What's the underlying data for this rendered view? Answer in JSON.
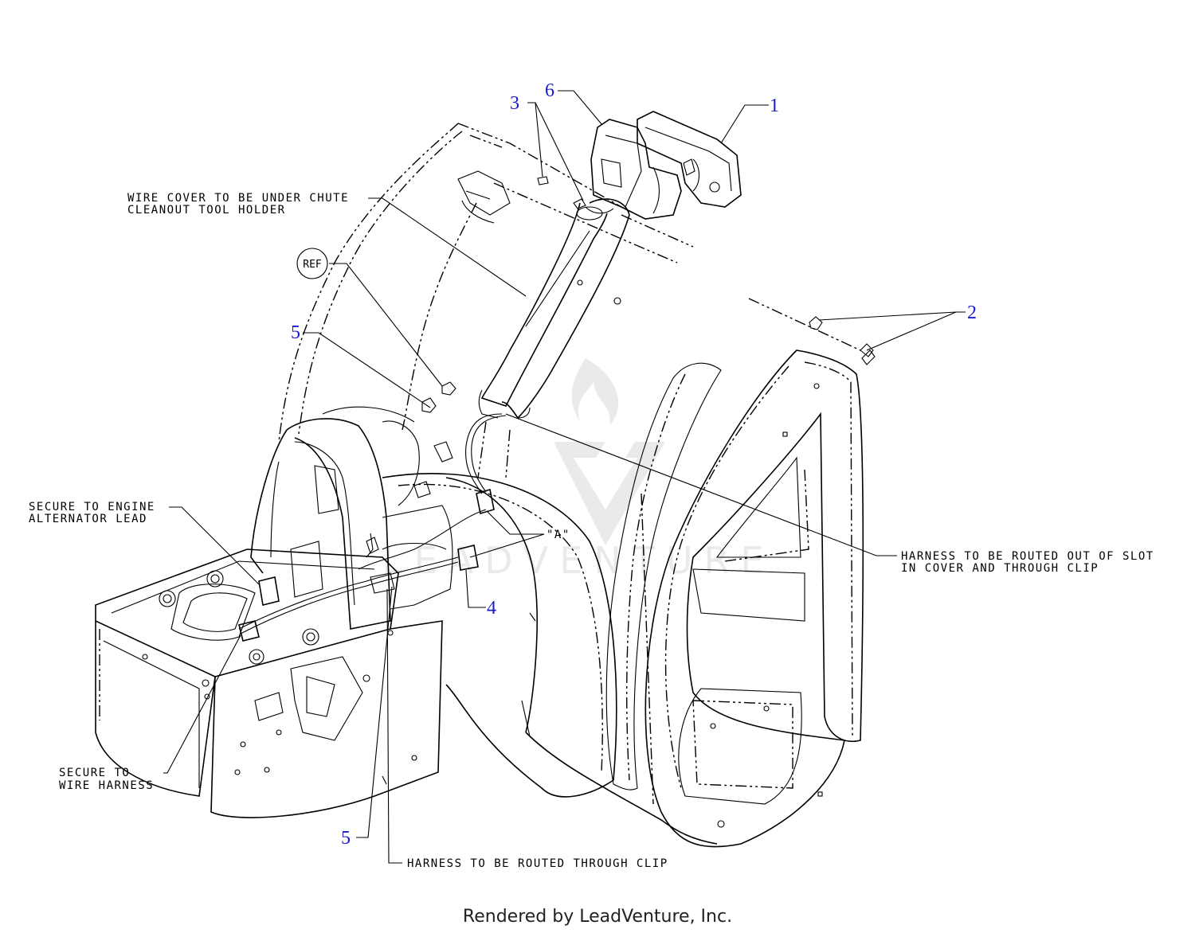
{
  "diagram": {
    "callouts": [
      {
        "id": "1",
        "label": "1"
      },
      {
        "id": "2",
        "label": "2"
      },
      {
        "id": "3",
        "label": "3"
      },
      {
        "id": "4",
        "label": "4"
      },
      {
        "id": "5a",
        "label": "5"
      },
      {
        "id": "5b",
        "label": "5"
      },
      {
        "id": "6",
        "label": "6"
      }
    ],
    "ref_label": "REF",
    "quote_label": "\"A\"",
    "notes": {
      "wire_cover": [
        "WIRE COVER TO BE UNDER CHUTE",
        "CLEANOUT TOOL HOLDER"
      ],
      "secure_engine": [
        "SECURE TO ENGINE",
        "ALTERNATOR LEAD"
      ],
      "secure_harness": [
        "SECURE TO",
        "WIRE HARNESS"
      ],
      "harness_slot": [
        "HARNESS TO BE ROUTED OUT OF SLOT",
        "IN COVER AND THROUGH CLIP"
      ],
      "harness_clip": [
        "HARNESS TO BE ROUTED THROUGH CLIP"
      ]
    },
    "watermark": "LEADVENTURE",
    "footer": "Rendered by LeadVenture, Inc.",
    "colors": {
      "callout": "#1a1acc",
      "line": "#000000",
      "watermark": "#d9d9d9"
    }
  }
}
